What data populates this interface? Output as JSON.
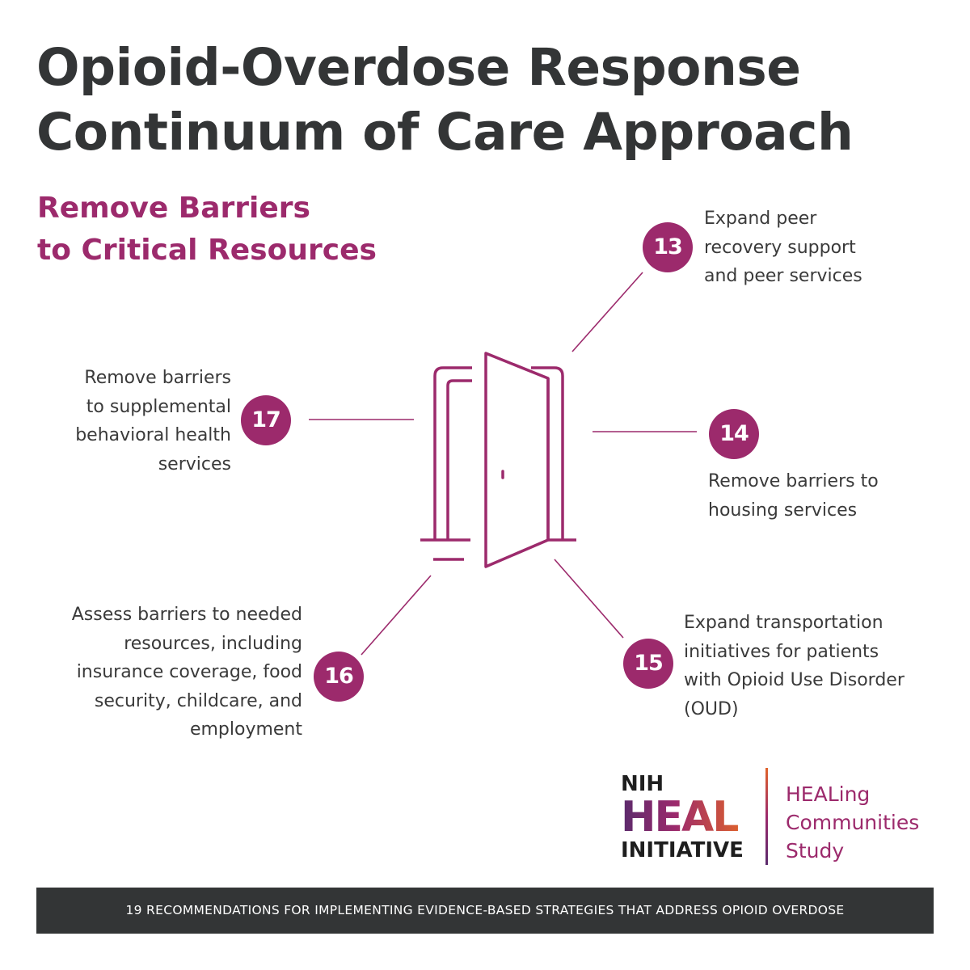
{
  "title": {
    "line1": "Opioid-Overdose Response",
    "line2": "Continuum of Care Approach"
  },
  "subtitle": {
    "line1": "Remove Barriers",
    "line2": "to Critical Resources"
  },
  "recommendations": [
    {
      "number": "13",
      "lines": [
        "Expand peer",
        "recovery support",
        "and peer services"
      ]
    },
    {
      "number": "14",
      "lines": [
        "Remove barriers to",
        "housing services"
      ]
    },
    {
      "number": "15",
      "lines": [
        "Expand transportation",
        "initiatives for patients",
        "with Opioid Use Disorder",
        "(OUD)"
      ]
    },
    {
      "number": "16",
      "lines": [
        "Assess barriers to needed",
        "resources, including",
        "insurance coverage, food",
        "security, childcare, and",
        "employment"
      ]
    },
    {
      "number": "17",
      "lines": [
        "Remove barriers",
        "to supplemental",
        "behavioral health",
        "services"
      ]
    }
  ],
  "logo": {
    "nih": "NIH",
    "heal": "HEAL",
    "initiative": "INITIATIVE",
    "study_lines": [
      "HEALing",
      "Communities",
      "Study"
    ]
  },
  "footer": "19 RECOMMENDATIONS FOR IMPLEMENTING EVIDENCE-BASED STRATEGIES THAT ADDRESS OPIOID OVERDOSE",
  "colors": {
    "accent": "#9c2a6c",
    "title": "#333536",
    "footer_bg": "#333536"
  }
}
